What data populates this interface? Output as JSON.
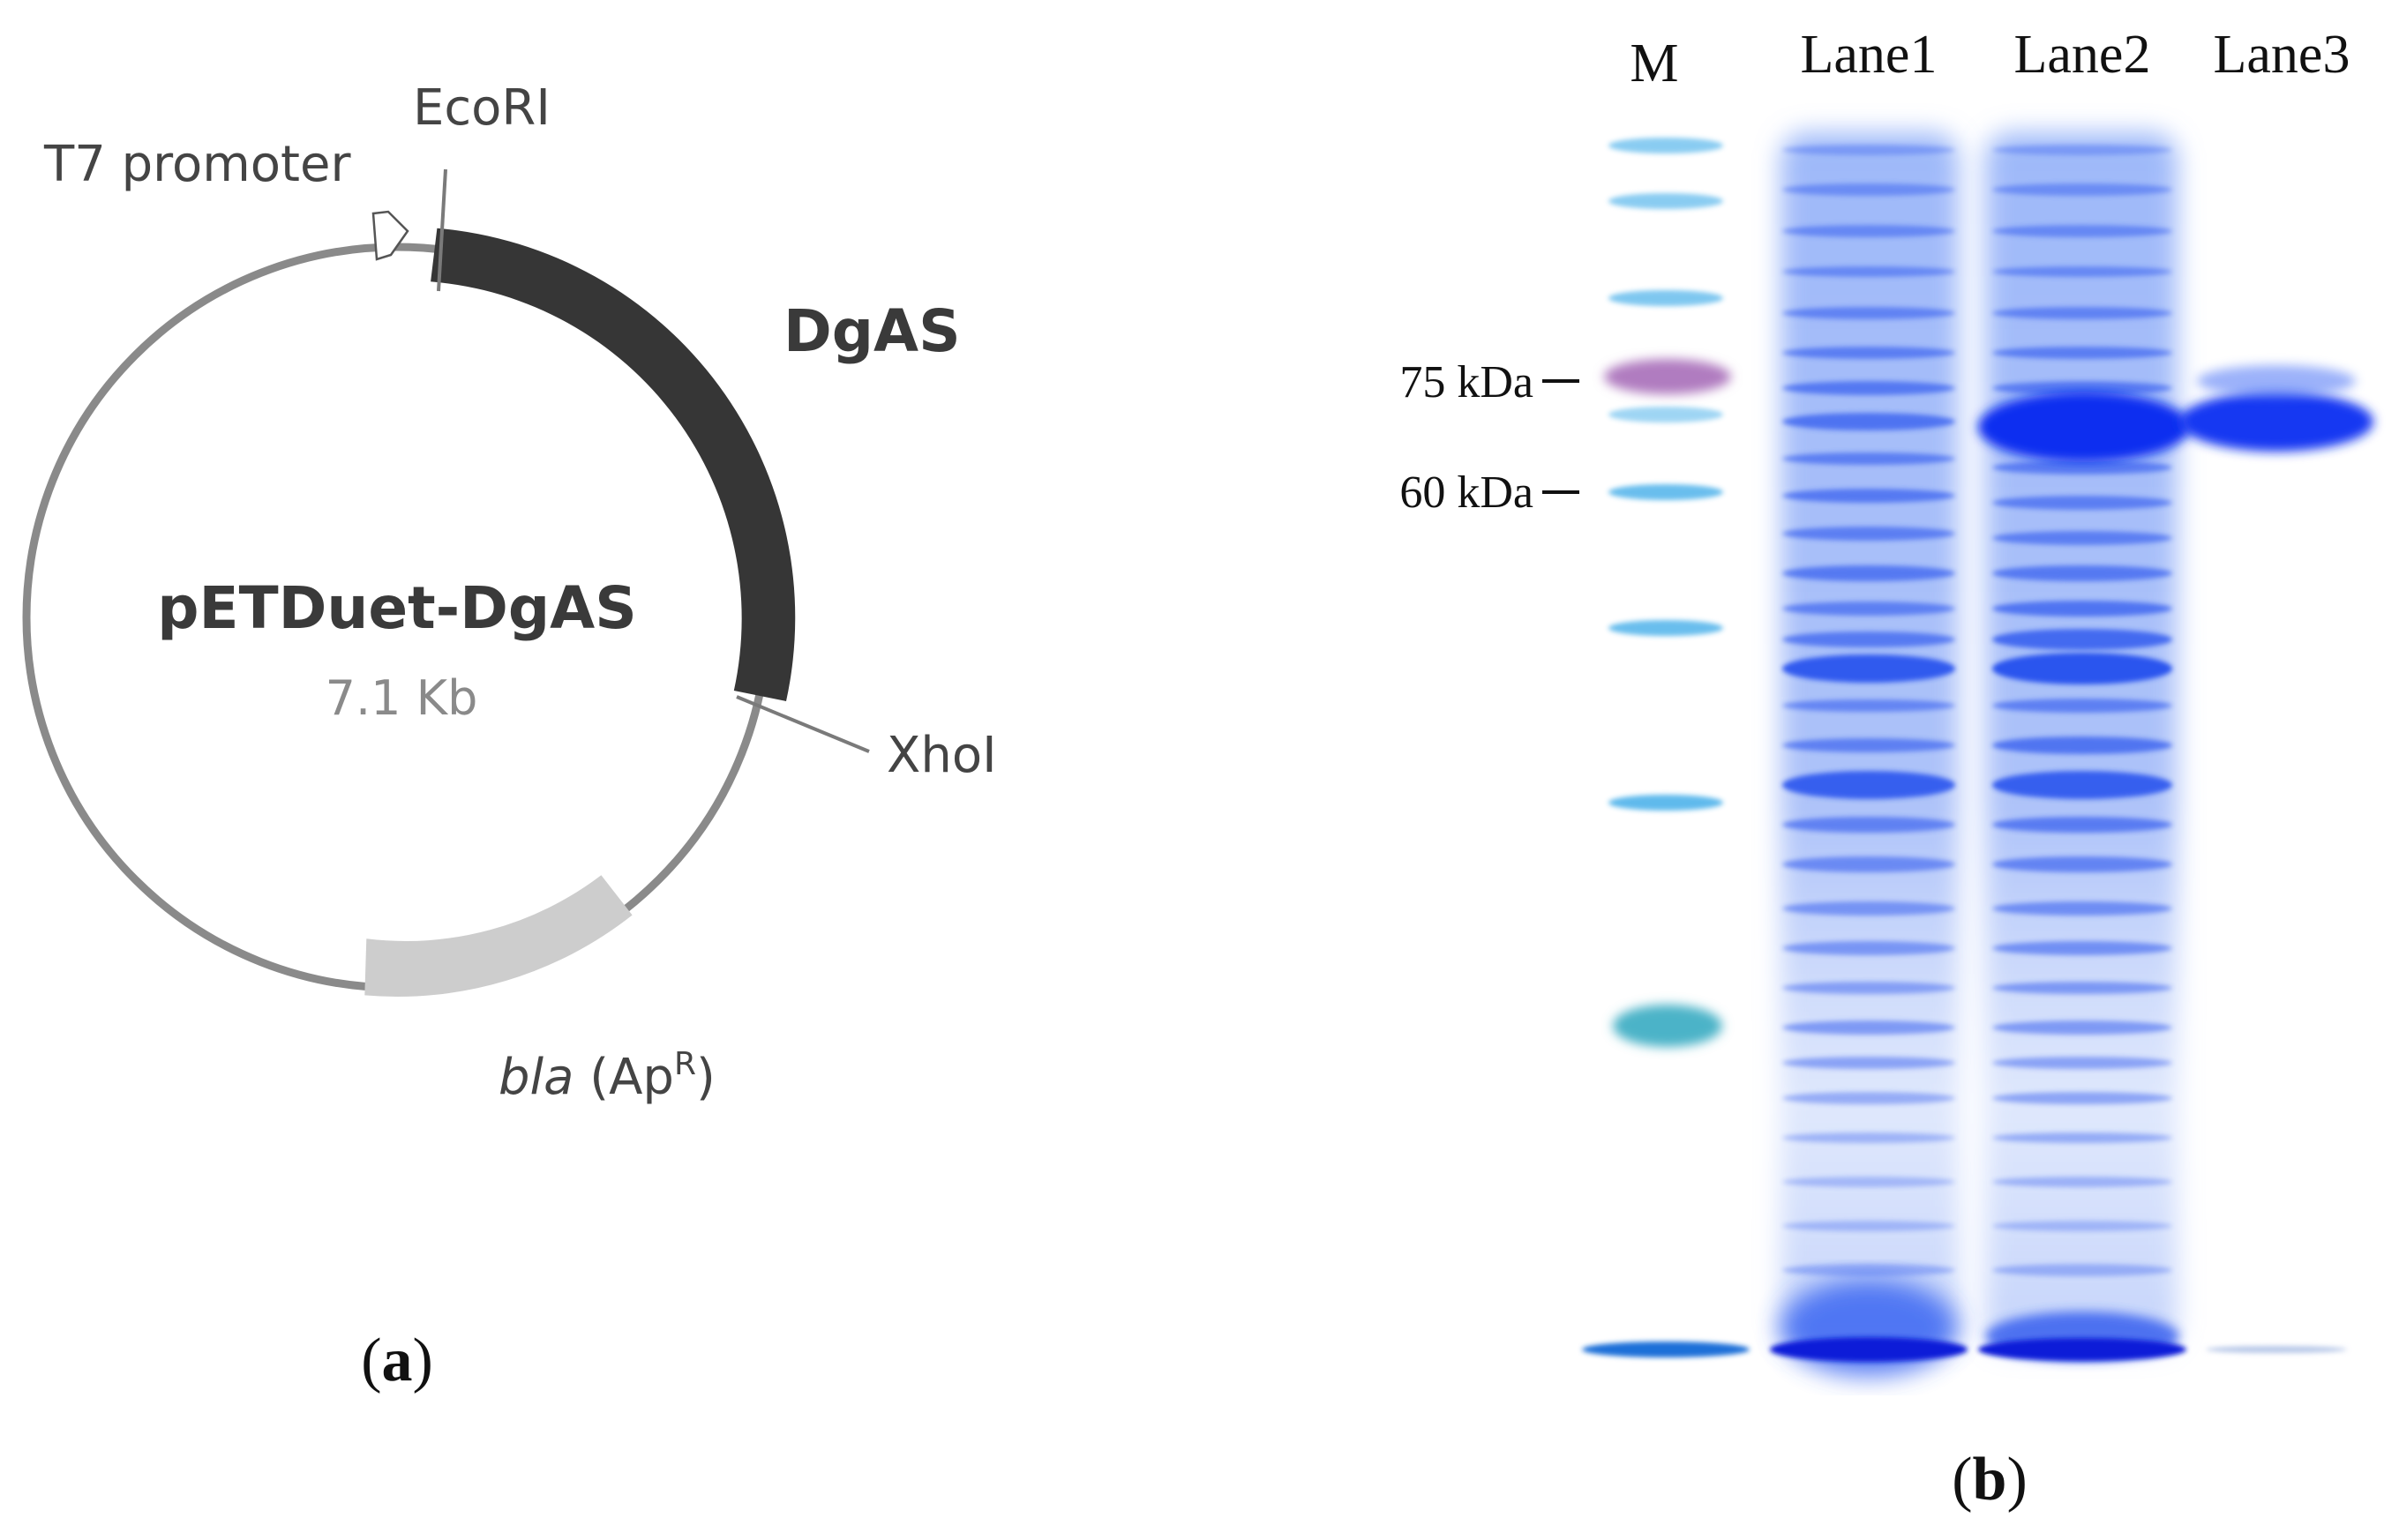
{
  "plasmid": {
    "name": "pETDuet-DgAS",
    "size": "7.1 Kb",
    "promoter_label": "T7 promoter",
    "site_left": "EcoRI",
    "site_right": "XhoI",
    "insert_label": "DgAS",
    "marker_gene": "bla",
    "marker_open": " (Ap",
    "marker_super": "R",
    "marker_close": ")"
  },
  "gel": {
    "marker_lane_label": "M",
    "lanes": [
      "Lane1",
      "Lane2",
      "Lane3"
    ],
    "size_markers": [
      "75 kDa",
      "60 kDa"
    ]
  },
  "panels": {
    "a": {
      "open": "(",
      "letter": "a",
      "close": ")"
    },
    "b": {
      "open": "(",
      "letter": "b",
      "close": ")"
    }
  },
  "colors": {
    "backbone": "#8a8a8a",
    "insert": "#363636",
    "marker_gene": "#cdcdcd",
    "stain": "#1a3ff0",
    "marker_pink": "#b07cc0",
    "marker_teal": "#4cb3c8"
  }
}
